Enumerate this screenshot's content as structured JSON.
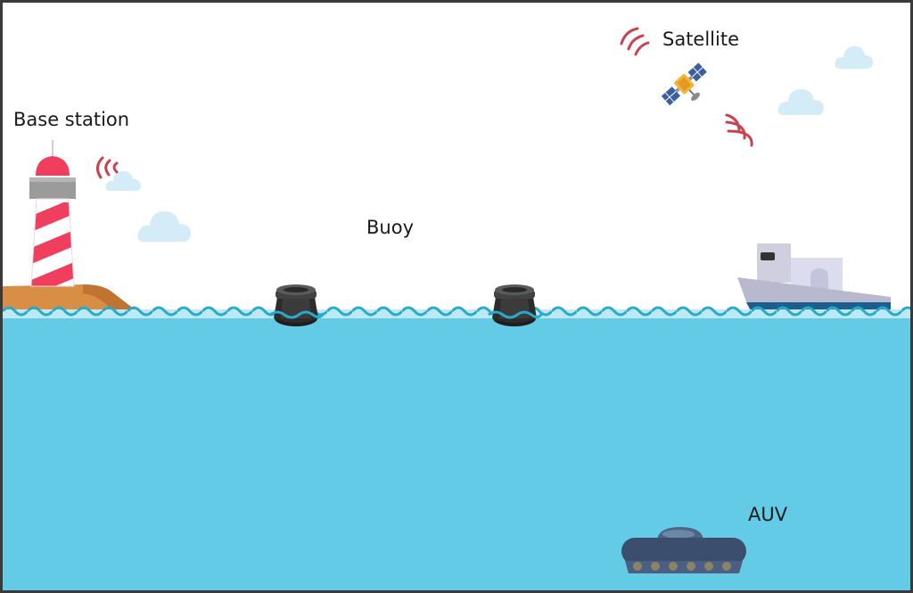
{
  "labels": {
    "base_station": "Base station",
    "satellite": "Satellite",
    "buoy": "Buoy",
    "auv": "AUV"
  },
  "colors": {
    "sea": "#64cbe6",
    "wave_light": "#bde9f4",
    "wave_line": "#29aacb",
    "cloud": "#d3ecf8",
    "signal": "#c8434f",
    "lighthouse_red": "#f03e5e",
    "lighthouse_gray": "#9b9b9b",
    "cliff": "#d98e45",
    "buoy_body": "#2c2c2c",
    "ship_hull": "#b8b8cf",
    "ship_stripe": "#1d5f8c",
    "auv_body": "#3b4e6e",
    "satellite_panel": "#3a5f9c",
    "satellite_body": "#f2b53c"
  }
}
